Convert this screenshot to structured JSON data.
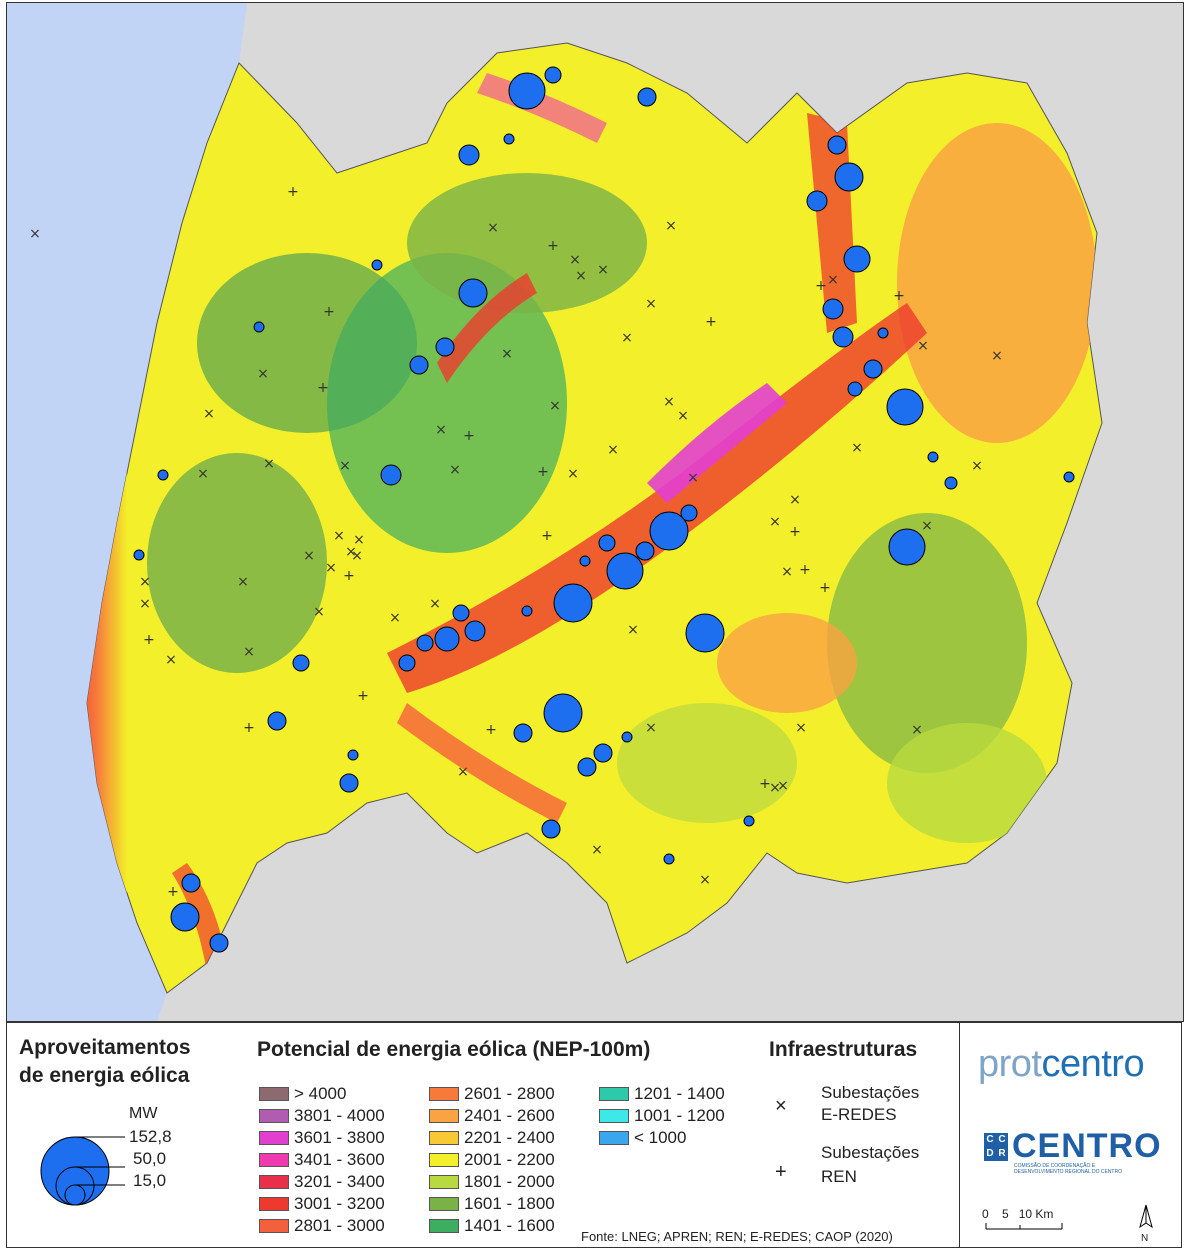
{
  "legend": {
    "plants_title_1": "Aproveitamentos",
    "plants_title_2": "de energia eólica",
    "mw_label": "MW",
    "size_values": [
      "152,8",
      "50,0",
      "15,0"
    ],
    "potential_title": "Potencial de energia eólica (NEP-100m)",
    "classes": [
      {
        "label": "> 4000",
        "color": "#8c6a70"
      },
      {
        "label": "3801 - 4000",
        "color": "#b05cb0"
      },
      {
        "label": "3601 - 3800",
        "color": "#e23fd0"
      },
      {
        "label": "3401 - 3600",
        "color": "#f03bb0"
      },
      {
        "label": "3201 - 3400",
        "color": "#e8304a"
      },
      {
        "label": "3001 - 3200",
        "color": "#ee3a2e"
      },
      {
        "label": "2801 - 3000",
        "color": "#f5603c"
      },
      {
        "label": "2601 - 2800",
        "color": "#f77a3b"
      },
      {
        "label": "2401 - 2600",
        "color": "#f9a342"
      },
      {
        "label": "2201 - 2400",
        "color": "#f8c935"
      },
      {
        "label": "2001 - 2200",
        "color": "#f3ef2a"
      },
      {
        "label": "1801 - 2000",
        "color": "#b8d940"
      },
      {
        "label": "1601 - 1800",
        "color": "#79b348"
      },
      {
        "label": "1401 - 1600",
        "color": "#3dad62"
      },
      {
        "label": "1201 - 1400",
        "color": "#2ec9a8"
      },
      {
        "label": "1001 - 1200",
        "color": "#3de8e8"
      },
      {
        "label": "< 1000",
        "color": "#3aa6ee"
      }
    ],
    "infra_title": "Infraestruturas",
    "eredes_label_1": "Subestações",
    "eredes_label_2": "E-REDES",
    "ren_label_1": "Subestações",
    "ren_label_2": "REN",
    "source": "Fonte: LNEG; APREN; REN; E-REDES; CAOP (2020)"
  },
  "logos": {
    "prot_1": "prot",
    "prot_2": "centro",
    "centro_letters": [
      "C",
      "C",
      "D",
      "R"
    ],
    "centro_word": "CENTRO",
    "centro_sub": "COMISSÃO DE COORDENAÇÃO E DESENVOLVIMENTO REGIONAL DO CENTRO"
  },
  "scale": {
    "labels": [
      "0",
      "5",
      "10 Km"
    ],
    "north": "N"
  },
  "colors": {
    "sea": "#c2d4f6",
    "outside": "#d9d9d9",
    "plant": "#1e6ef0",
    "marker": "#333333"
  }
}
